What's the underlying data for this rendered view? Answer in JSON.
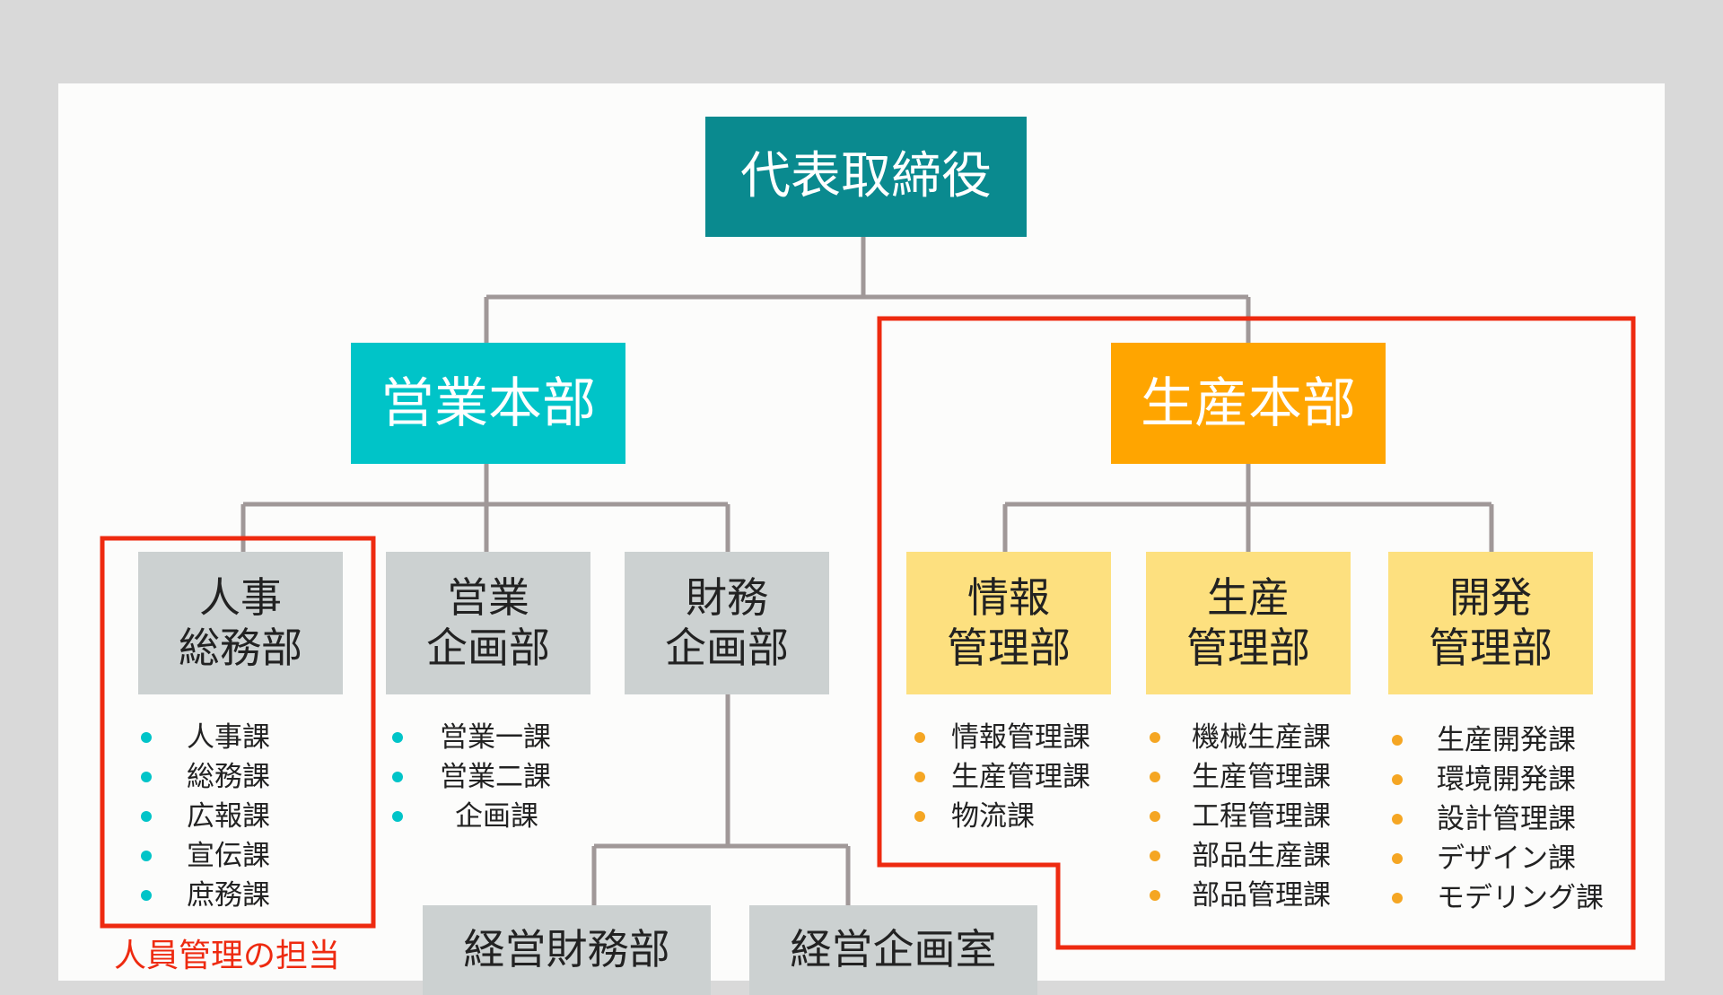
{
  "ceo": "代表取締役",
  "sales_hq": {
    "title": "営業本部",
    "departments": [
      {
        "line1": "人事",
        "line2": "総務部",
        "sections": [
          "人事課",
          "総務課",
          "広報課",
          "宣伝課",
          "庶務課"
        ]
      },
      {
        "line1": "営業",
        "line2": "企画部",
        "sections": [
          "営業一課",
          "営業二課",
          "企画課"
        ]
      },
      {
        "line1": "財務",
        "line2": "企画部",
        "sections": []
      }
    ],
    "sub_departments": [
      "経営財務部",
      "経営企画室"
    ]
  },
  "production_hq": {
    "title": "生産本部",
    "departments": [
      {
        "line1": "情報",
        "line2": "管理部",
        "sections": [
          "情報管理課",
          "生産管理課",
          "物流課"
        ]
      },
      {
        "line1": "生産",
        "line2": "管理部",
        "sections": [
          "機械生産課",
          "生産管理課",
          "工程管理課",
          "部品生産課",
          "部品管理課"
        ]
      },
      {
        "line1": "開発",
        "line2": "管理部",
        "sections": [
          "生産開発課",
          "環境開発課",
          "設計管理課",
          "デザイン課",
          "モデリング課"
        ]
      }
    ]
  },
  "annotation": "人員管理の担当",
  "colors": {
    "ceo": "#0a8a8f",
    "sales": "#00c4c8",
    "production": "#ffa500",
    "dept_grey": "#ccd1d1",
    "dept_yellow": "#fde07f",
    "highlight": "#ee2a10",
    "connector": "#a09898"
  }
}
